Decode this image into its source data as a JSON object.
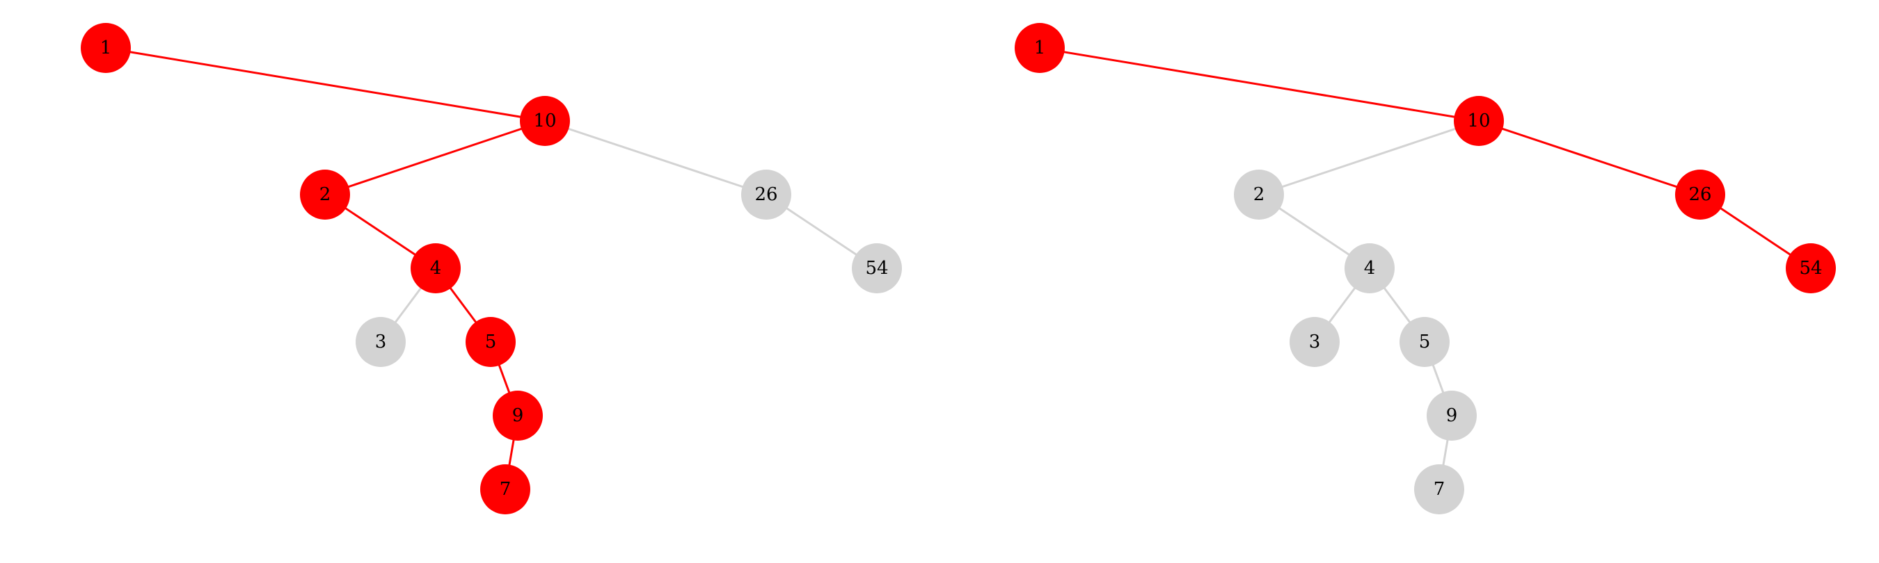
{
  "colors": {
    "highlight": "#ff0000",
    "inactive": "#d3d3d3",
    "label": "#000000",
    "background": "#ffffff"
  },
  "trees": [
    {
      "id": "left",
      "nodes": [
        {
          "id": "1",
          "label": "1",
          "highlighted": true
        },
        {
          "id": "10",
          "label": "10",
          "highlighted": true
        },
        {
          "id": "2",
          "label": "2",
          "highlighted": true
        },
        {
          "id": "26",
          "label": "26",
          "highlighted": false
        },
        {
          "id": "4",
          "label": "4",
          "highlighted": true
        },
        {
          "id": "54",
          "label": "54",
          "highlighted": false
        },
        {
          "id": "3",
          "label": "3",
          "highlighted": false
        },
        {
          "id": "5",
          "label": "5",
          "highlighted": true
        },
        {
          "id": "9",
          "label": "9",
          "highlighted": true
        },
        {
          "id": "7",
          "label": "7",
          "highlighted": true
        }
      ],
      "edges": [
        {
          "from": "1",
          "to": "10",
          "highlighted": true
        },
        {
          "from": "10",
          "to": "2",
          "highlighted": true
        },
        {
          "from": "10",
          "to": "26",
          "highlighted": false
        },
        {
          "from": "2",
          "to": "4",
          "highlighted": true
        },
        {
          "from": "26",
          "to": "54",
          "highlighted": false
        },
        {
          "from": "4",
          "to": "3",
          "highlighted": false
        },
        {
          "from": "4",
          "to": "5",
          "highlighted": true
        },
        {
          "from": "5",
          "to": "9",
          "highlighted": true
        },
        {
          "from": "9",
          "to": "7",
          "highlighted": true
        }
      ]
    },
    {
      "id": "right",
      "nodes": [
        {
          "id": "1",
          "label": "1",
          "highlighted": true
        },
        {
          "id": "10",
          "label": "10",
          "highlighted": true
        },
        {
          "id": "2",
          "label": "2",
          "highlighted": false
        },
        {
          "id": "26",
          "label": "26",
          "highlighted": true
        },
        {
          "id": "4",
          "label": "4",
          "highlighted": false
        },
        {
          "id": "54",
          "label": "54",
          "highlighted": true
        },
        {
          "id": "3",
          "label": "3",
          "highlighted": false
        },
        {
          "id": "5",
          "label": "5",
          "highlighted": false
        },
        {
          "id": "9",
          "label": "9",
          "highlighted": false
        },
        {
          "id": "7",
          "label": "7",
          "highlighted": false
        }
      ],
      "edges": [
        {
          "from": "1",
          "to": "10",
          "highlighted": true
        },
        {
          "from": "10",
          "to": "2",
          "highlighted": false
        },
        {
          "from": "10",
          "to": "26",
          "highlighted": true
        },
        {
          "from": "2",
          "to": "4",
          "highlighted": false
        },
        {
          "from": "26",
          "to": "54",
          "highlighted": true
        },
        {
          "from": "4",
          "to": "3",
          "highlighted": false
        },
        {
          "from": "4",
          "to": "5",
          "highlighted": false
        },
        {
          "from": "5",
          "to": "9",
          "highlighted": false
        },
        {
          "from": "9",
          "to": "7",
          "highlighted": false
        }
      ]
    }
  ]
}
